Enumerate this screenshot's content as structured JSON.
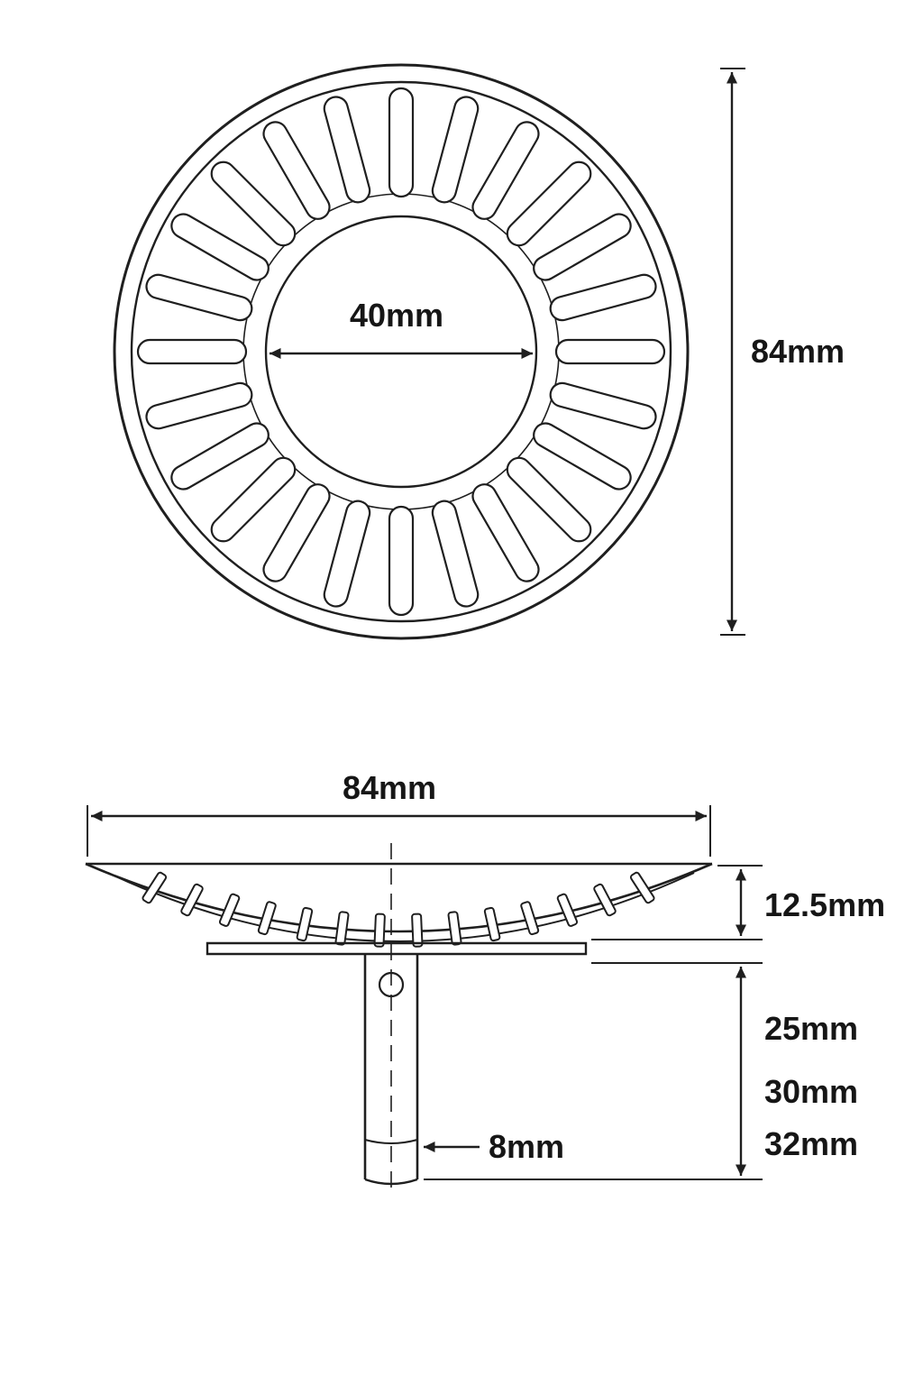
{
  "page": {
    "background": "#ffffff",
    "line_color": "#1f1f1f",
    "text_color": "#161616"
  },
  "top_view": {
    "description": "sink strainer basket, top view",
    "inner_diameter": "40mm",
    "outer_diameter": "84mm"
  },
  "side_view": {
    "description": "sink strainer basket, side profile view",
    "overall_width": "84mm",
    "basket_height": "12.5mm",
    "stem_lengths": [
      "25mm",
      "30mm",
      "32mm"
    ],
    "stem_diameter": "8mm"
  }
}
